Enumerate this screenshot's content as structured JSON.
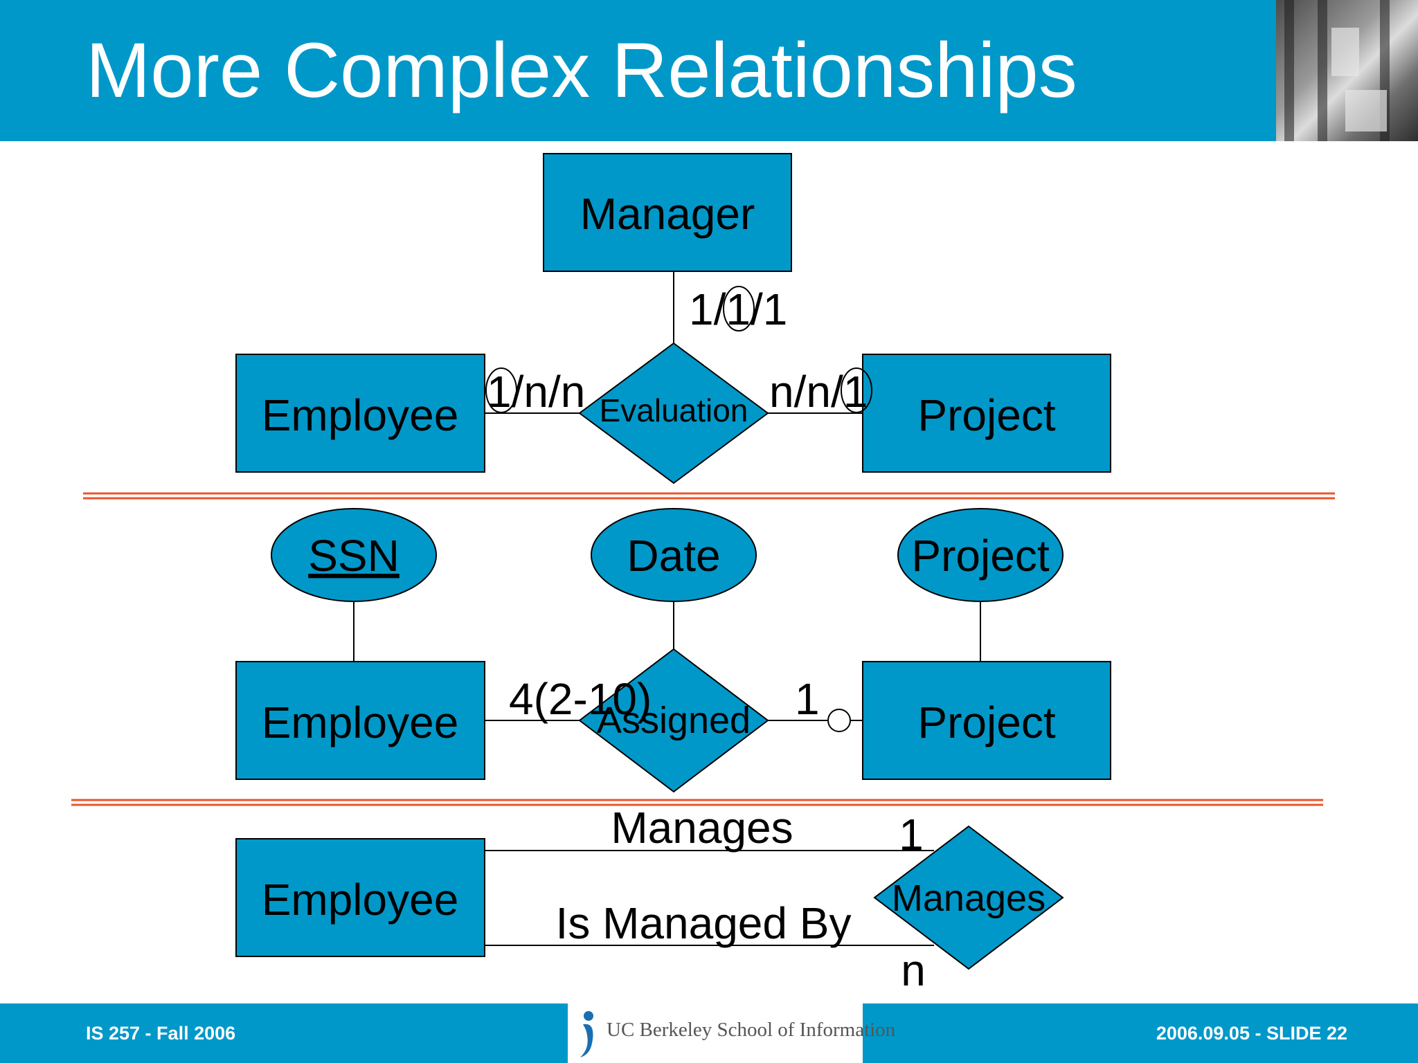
{
  "slide": {
    "title": "More Complex Relationships",
    "footer_left": "IS 257 - Fall 2006",
    "footer_right": "2006.09.05 - SLIDE 22",
    "logo_text": "UC Berkeley School of Information",
    "header_color": "#0097C9"
  },
  "diagram1": {
    "manager": "Manager",
    "employee": "Employee",
    "project": "Project",
    "relationship": "Evaluation",
    "card_manager": "1/1/1",
    "card_employee": "1/n/n",
    "card_project": "n/n/1"
  },
  "diagram2": {
    "employee": "Employee",
    "project": "Project",
    "relationship": "Assigned",
    "attr_ssn": "SSN",
    "attr_date": "Date",
    "attr_project": "Project",
    "card_employee": "4(2-10)",
    "card_project": "1"
  },
  "diagram3": {
    "employee": "Employee",
    "relationship": "Manages",
    "role_top": "Manages",
    "role_bottom": "Is Managed By",
    "card_top": "1",
    "card_bottom": "n"
  }
}
